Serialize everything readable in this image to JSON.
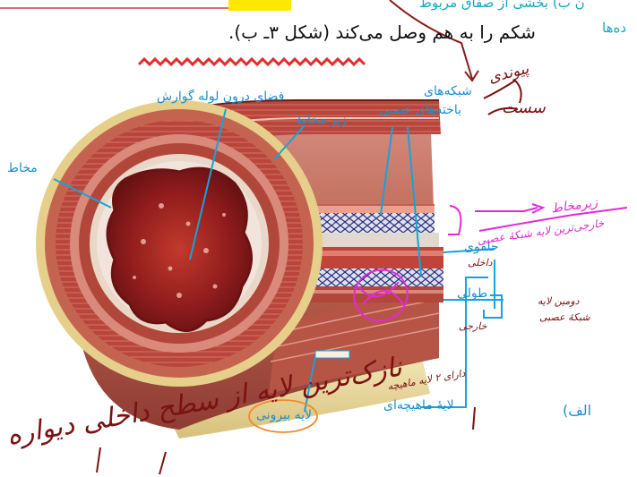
{
  "top": {
    "main_line": "شکم را به هم وصل می‌کند (شکل ۳ـ ب).",
    "teal_line_1": "ن ب) بخشی از صفاق مربوط",
    "teal_line_2": "ده‌ها"
  },
  "labels": {
    "lumen": "فضای درون لوله گوارش",
    "submucosa": "زیر مخاط",
    "mucosa": "مخاط",
    "nerve_networks_1": "شبکه‌های",
    "nerve_networks_2": "یاخته‌های عصبی",
    "circular": "حلقوی",
    "longitudinal": "طولی",
    "muscle_layer": "لایهٔ ماهیچه‌ای",
    "outer_layer": "لایه بیرونی",
    "figure_letter": "الف)"
  },
  "handwriting": {
    "connective_1": "پیوندی",
    "connective_2": "سست",
    "submucosa_note": "زیرمخاط",
    "outermost_note": "خارجی‌ترین لایه شبکهٔ عصبی",
    "inner_note": "داخلی",
    "outer_note": "خارجی",
    "second_layer_note": "دومین لایه",
    "nerve_note": "شبکهٔ عصبی",
    "has_layers_note": "دارای ۲ لایه ماهیچه",
    "bottom_note": "نازک‌ترین لایه از سطح داخلی دیواره"
  },
  "colors": {
    "label_blue": "#1b8fd0",
    "leader_blue": "#15a3dc",
    "magenta": "#e12ad8",
    "hand_brown": "#7a1212",
    "zigzag_red": "#e52a2a",
    "oval_orange": "#f08a2c",
    "highlight_yellow": "#ffe800"
  }
}
